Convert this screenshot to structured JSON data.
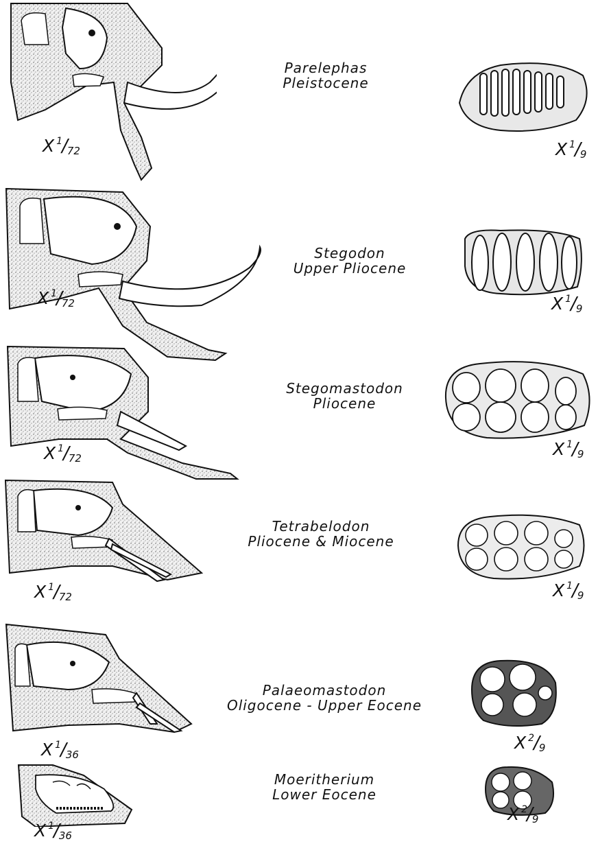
{
  "rows": [
    {
      "genus": "Parelephas",
      "epoch": "Pleistocene",
      "skull_scale": {
        "num": "1",
        "den": "72"
      },
      "tooth_scale": {
        "num": "1",
        "den": "9"
      }
    },
    {
      "genus": "Stegodon",
      "epoch": "Upper Pliocene",
      "skull_scale": {
        "num": "1",
        "den": "72"
      },
      "tooth_scale": {
        "num": "1",
        "den": "9"
      }
    },
    {
      "genus": "Stegomastodon",
      "epoch": "Pliocene",
      "skull_scale": {
        "num": "1",
        "den": "72"
      },
      "tooth_scale": {
        "num": "1",
        "den": "9"
      }
    },
    {
      "genus": "Tetrabelodon",
      "epoch": "Pliocene & Miocene",
      "skull_scale": {
        "num": "1",
        "den": "72"
      },
      "tooth_scale": {
        "num": "1",
        "den": "9"
      }
    },
    {
      "genus": "Palaeomastodon",
      "epoch": "Oligocene - Upper Eocene",
      "skull_scale": {
        "num": "1",
        "den": "36"
      },
      "tooth_scale": {
        "num": "2",
        "den": "9"
      }
    },
    {
      "genus": "Moeritherium",
      "epoch": "Lower Eocene",
      "skull_scale": {
        "num": "1",
        "den": "36"
      },
      "tooth_scale": {
        "num": "2",
        "den": "9"
      }
    }
  ],
  "symbols": {
    "times": "X",
    "slash": "/"
  },
  "colors": {
    "ink": "#111111",
    "stipple": "#d9d9d9",
    "paper": "#ffffff"
  }
}
